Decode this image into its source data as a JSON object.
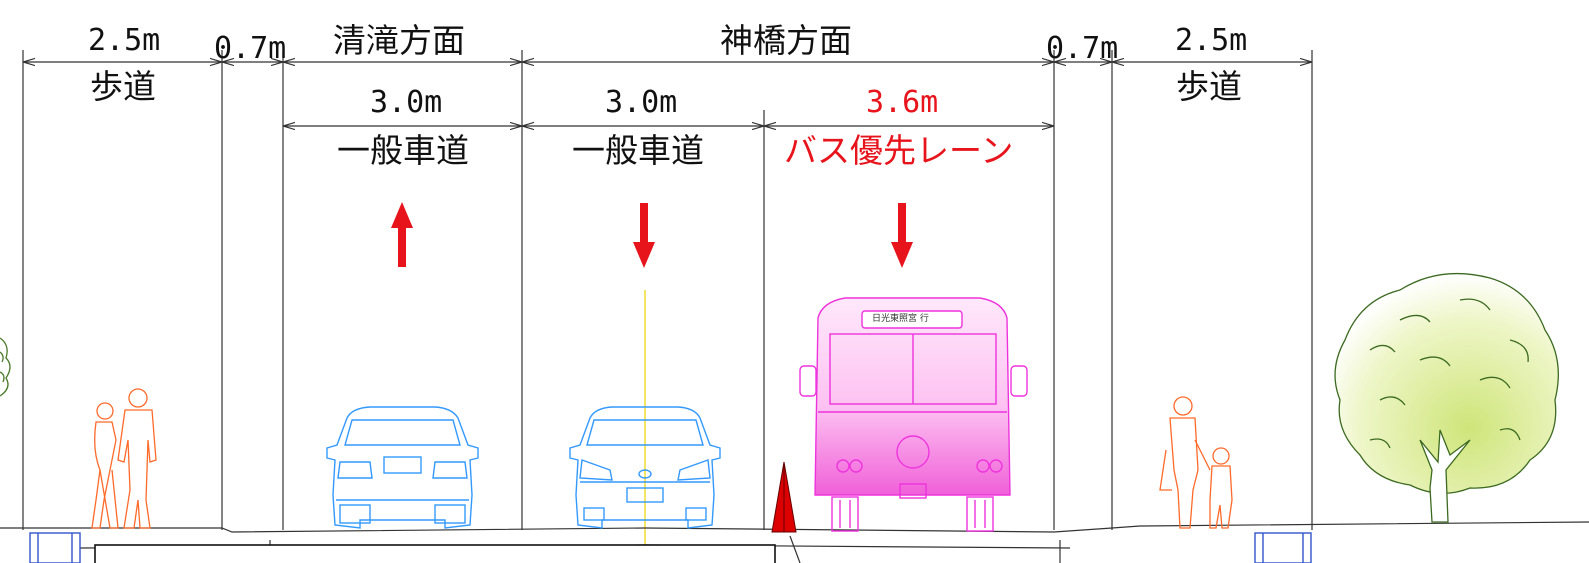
{
  "top_labels": {
    "left_sidewalk_width": "2.5m",
    "left_gap_width": "0.7m",
    "direction_left": "清滝方面",
    "direction_right": "神橋方面",
    "right_gap_width": "0.7m",
    "right_sidewalk_width": "2.5m"
  },
  "sidewalk_labels": {
    "left": "歩道",
    "right": "歩道"
  },
  "lanes": [
    {
      "width": "3.0m",
      "name": "一般車道",
      "direction": "up",
      "color": "#e8141c",
      "name_color": "#111111"
    },
    {
      "width": "3.0m",
      "name": "一般車道",
      "direction": "down",
      "color": "#e8141c",
      "name_color": "#111111"
    },
    {
      "width": "3.6m",
      "name": "バス優先レーン",
      "direction": "down",
      "color": "#e8141c",
      "name_color": "#e8141c"
    }
  ],
  "bus": {
    "destination_sign": "日光東照宮 行",
    "color": "#ee33dd"
  },
  "colors": {
    "car": "#3399ff",
    "pedestrians": "#ff6a2a",
    "tree": "#4a7a2a",
    "center_line": "#f0e040",
    "cone": "#dd0000"
  }
}
